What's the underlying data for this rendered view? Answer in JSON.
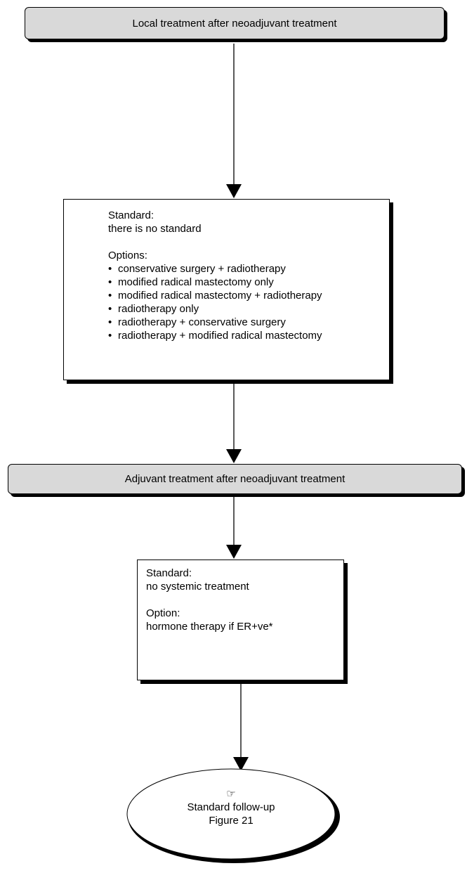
{
  "box1": {
    "title": "Local treatment after neoadjuvant treatment"
  },
  "box2": {
    "standard_label": "Standard:",
    "standard_text": "there is no standard",
    "options_label": "Options:",
    "options": [
      "conservative surgery + radiotherapy",
      "modified radical mastectomy only",
      "modified radical mastectomy + radiotherapy",
      "radiotherapy only",
      "radiotherapy + conservative surgery",
      "radiotherapy + modified radical mastectomy"
    ]
  },
  "box3": {
    "title": "Adjuvant treatment after neoadjuvant treatment"
  },
  "box4": {
    "standard_label": "Standard:",
    "standard_text": "no systemic treatment",
    "option_label": "Option:",
    "option_text": "hormone therapy if ER+ve*"
  },
  "box5": {
    "icon": "pointing-hand-icon",
    "line1": "Standard follow-up",
    "line2": "Figure 21"
  }
}
